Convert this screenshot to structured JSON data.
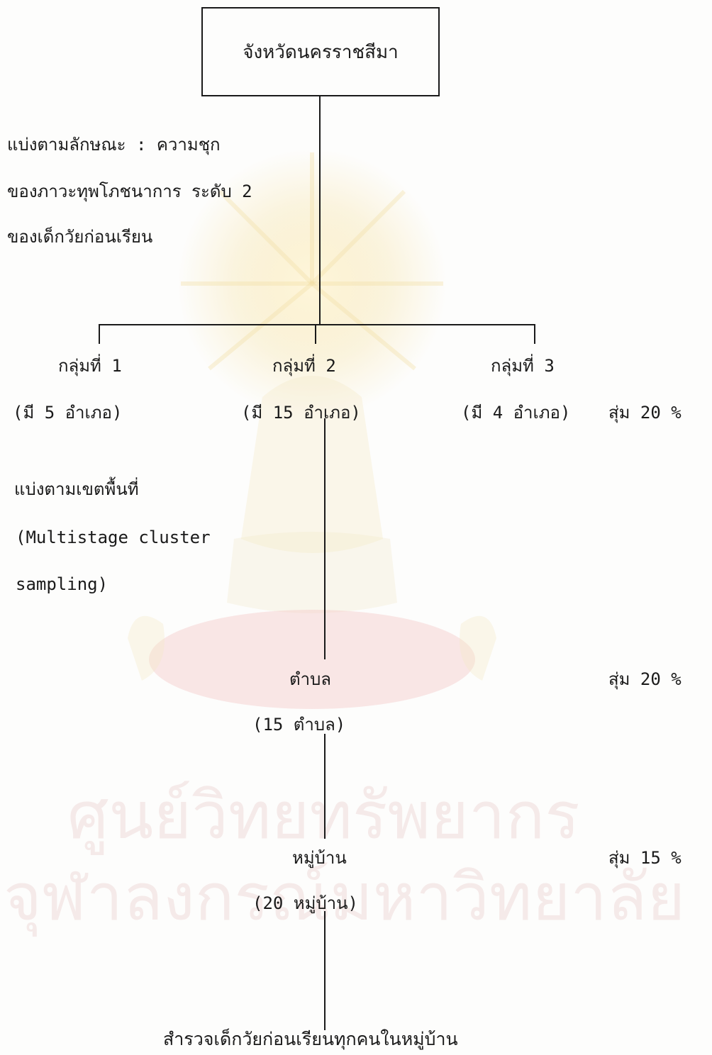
{
  "diagram": {
    "root": "จังหวัดนครราชสีมา",
    "stratify_note": [
      "แบ่งตามลักษณะ : ความชุก",
      "ของภาวะทุพโภชนาการ ระดับ 2",
      "ของเด็กวัยก่อนเรียน"
    ],
    "groups": [
      {
        "label": "กลุ่มที่ 1",
        "count": "(มี 5 อำเภอ)"
      },
      {
        "label": "กลุ่มที่ 2",
        "count": "(มี 15 อำเภอ)"
      },
      {
        "label": "กลุ่มที่ 3",
        "count": "(มี 4 อำเภอ)"
      }
    ],
    "sample_rate_1": "สุ่ม 20 %",
    "cluster_note": [
      "แบ่งตามเขตพื้นที่",
      "(Multistage cluster",
      "sampling)"
    ],
    "tambon": {
      "label": "ตำบล",
      "count": "(15 ตำบล)"
    },
    "sample_rate_2": "สุ่ม 20 %",
    "village": {
      "label": "หมู่บ้าน",
      "count": "(20 หมู่บ้าน)"
    },
    "sample_rate_3": "สุ่ม 15 %",
    "final": "สำรวจเด็กวัยก่อนเรียนทุกคนในหมู่บ้าน"
  },
  "watermark": {
    "line1": "ศูนย์วิทยทรัพยากร",
    "line2": "จุฬาลงกรณ์มหาวิทยาลัย",
    "color": "#d29696"
  }
}
